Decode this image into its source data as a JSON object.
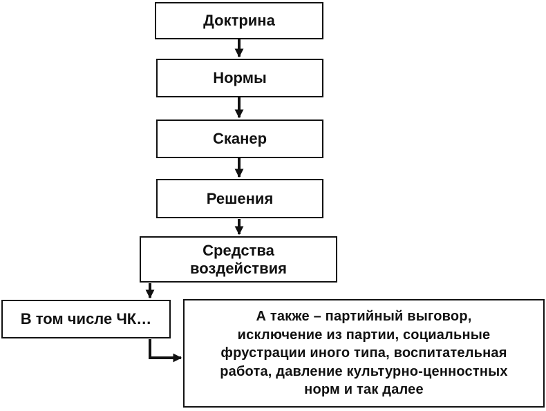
{
  "diagram": {
    "colors": {
      "background": "#ffffff",
      "line": "#111111",
      "text": "#111111"
    },
    "chain": [
      {
        "label": "Доктрина"
      },
      {
        "label": "Нормы"
      },
      {
        "label": "Сканер"
      },
      {
        "label": "Решения"
      },
      {
        "label": "Средства\nвоздействия"
      }
    ],
    "include_box": {
      "label": "В том числе ЧК…"
    },
    "also_box": {
      "label": "А также – партийный выговор,\nисключение из партии, социальные\nфрустрации иного типа, воспитательная\nработа, давление культурно-ценностных\nнорм и так далее"
    }
  }
}
